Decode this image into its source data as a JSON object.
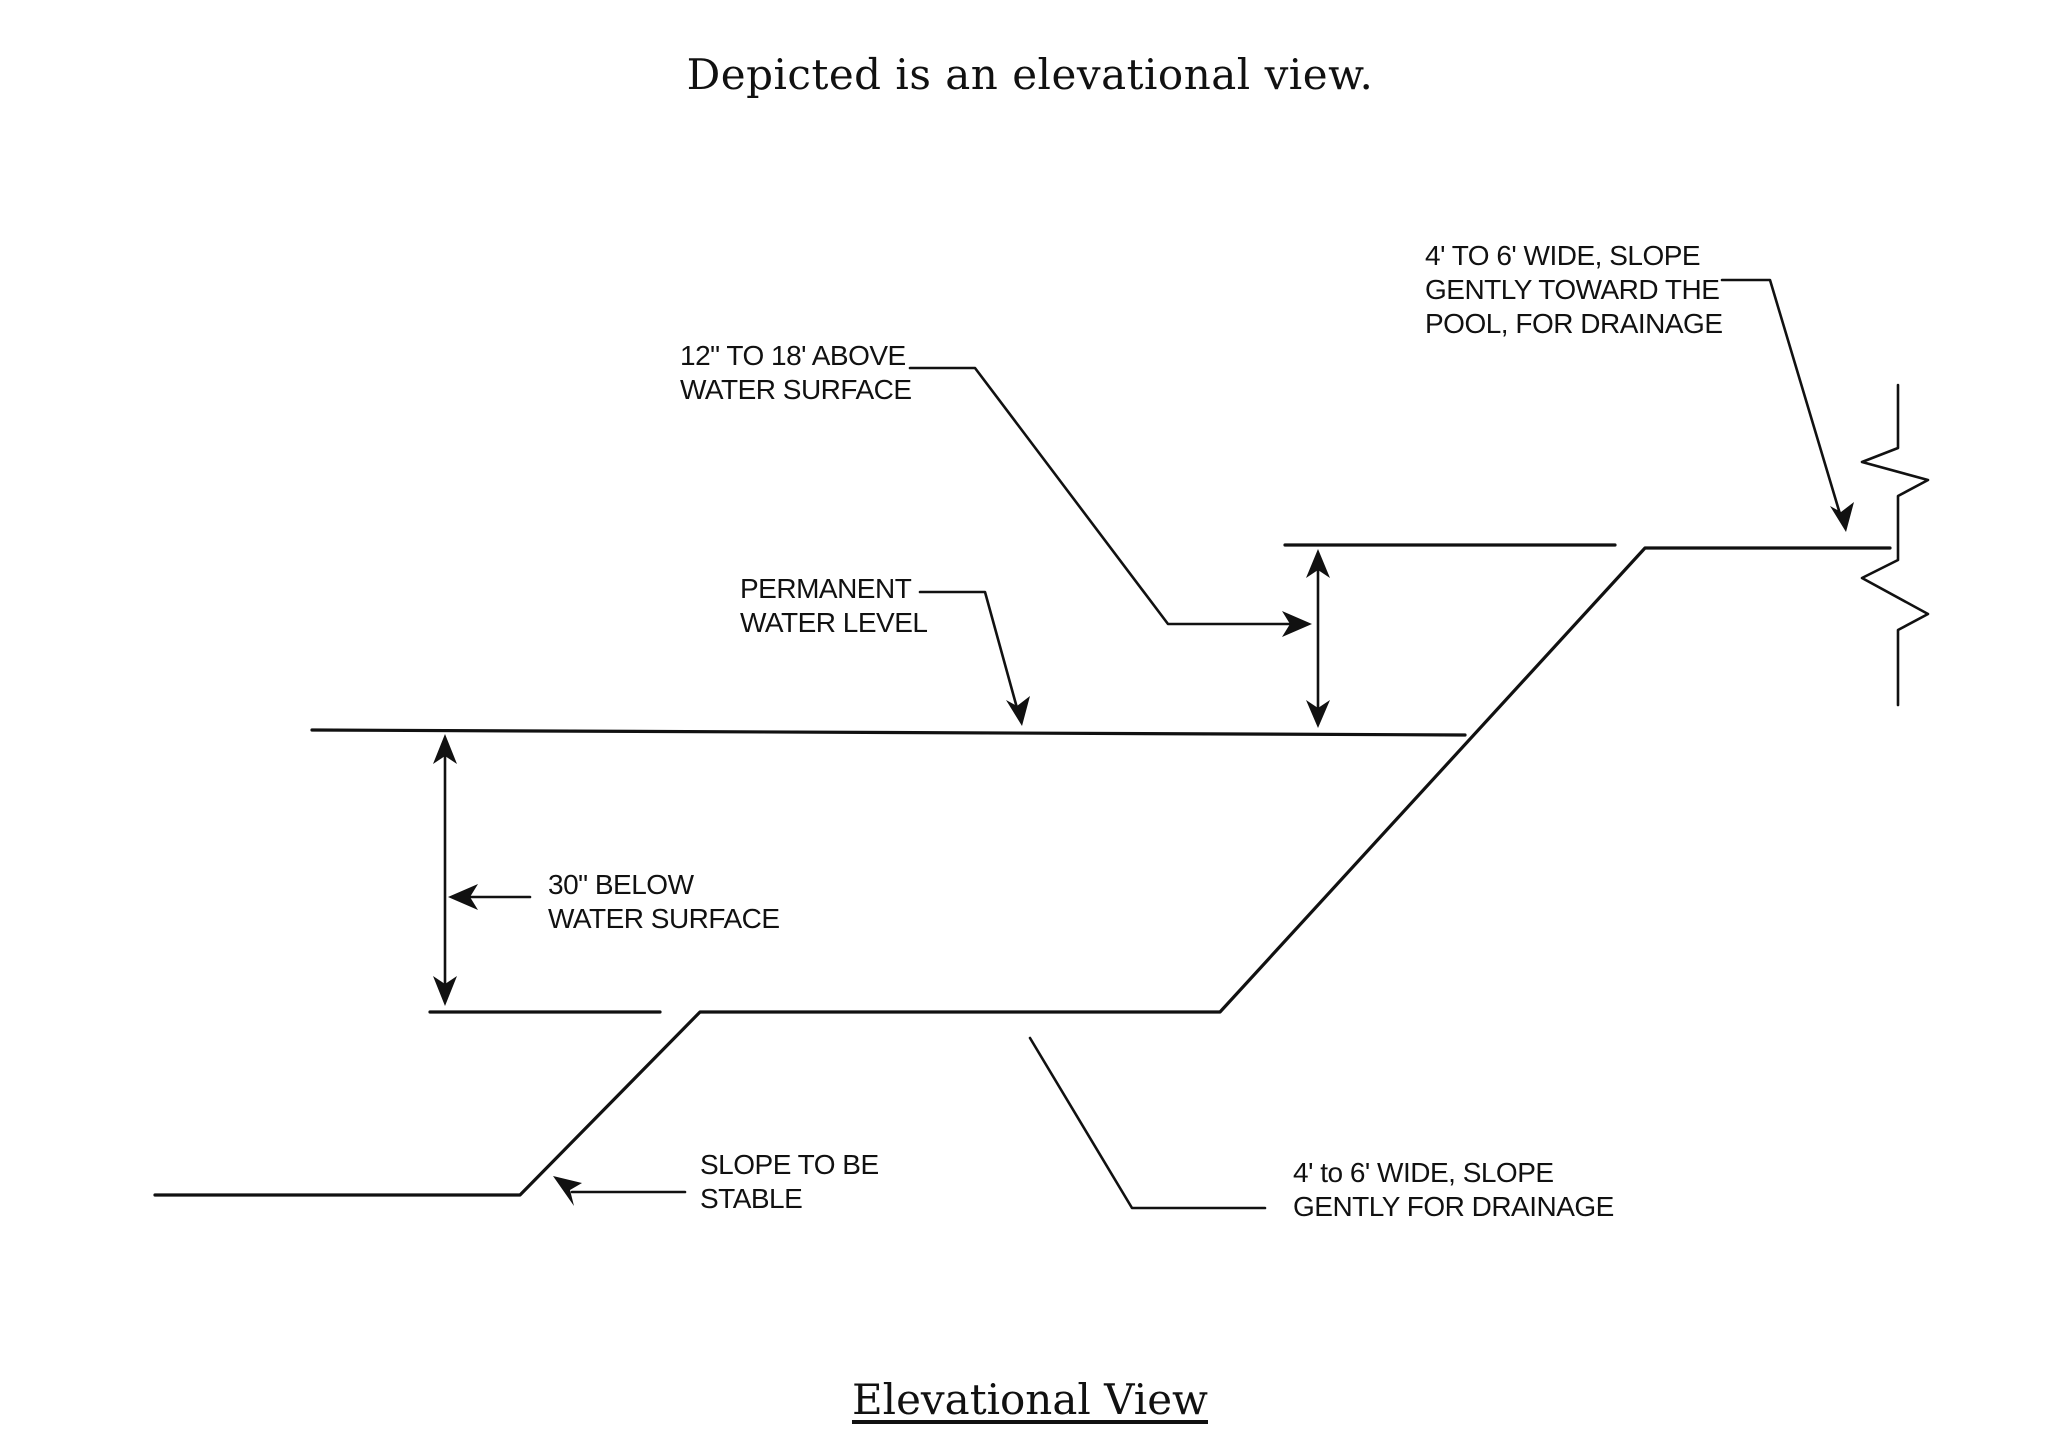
{
  "header": {
    "caption": "Depicted is an elevational view."
  },
  "footer": {
    "title": "Elevational View"
  },
  "labels": {
    "above_water": [
      "12\" TO 18' ABOVE",
      "WATER SURFACE"
    ],
    "bench_top": [
      "4' TO 6' WIDE, SLOPE",
      "GENTLY TOWARD THE",
      "POOL, FOR DRAINAGE"
    ],
    "permanent_level": [
      "PERMANENT",
      "WATER LEVEL"
    ],
    "below_water": [
      "30\" BELOW",
      "WATER SURFACE"
    ],
    "slope_stable": [
      "SLOPE TO BE",
      "STABLE"
    ],
    "bench_bottom": [
      "4' to 6' WIDE, SLOPE",
      "GENTLY FOR DRAINAGE"
    ]
  }
}
